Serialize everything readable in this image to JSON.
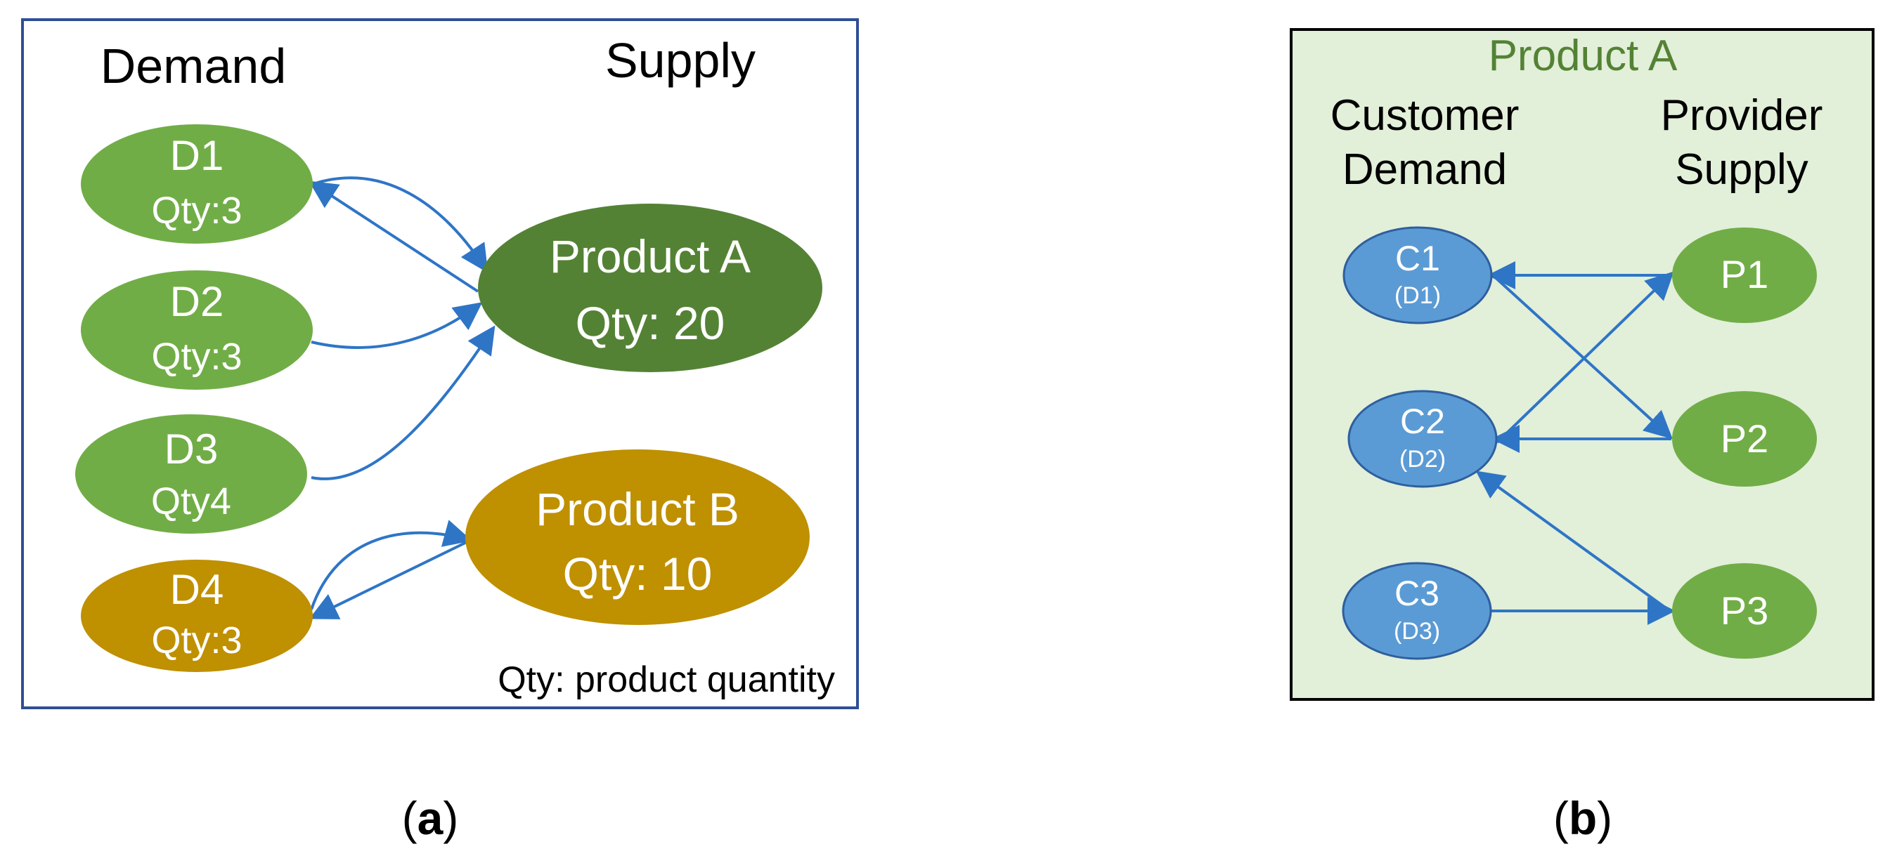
{
  "panel_a": {
    "demand_heading": "Demand",
    "supply_heading": "Supply",
    "footnote": "Qty: product quantity",
    "demands": [
      {
        "id": "d1",
        "name": "D1",
        "qty": "Qty:3",
        "group": "A"
      },
      {
        "id": "d2",
        "name": "D2",
        "qty": "Qty:3",
        "group": "A"
      },
      {
        "id": "d3",
        "name": "D3",
        "qty": "Qty4",
        "group": "A"
      },
      {
        "id": "d4",
        "name": "D4",
        "qty": "Qty:3",
        "group": "B"
      }
    ],
    "products": [
      {
        "id": "pa",
        "name": "Product A",
        "qty": "Qty: 20",
        "group": "A"
      },
      {
        "id": "pb",
        "name": "Product B",
        "qty": "Qty: 10",
        "group": "B"
      }
    ],
    "caption_open": "(",
    "caption_letter": "a",
    "caption_close": ")"
  },
  "panel_b": {
    "title": "Product A",
    "customer_heading_line1": "Customer",
    "customer_heading_line2": "Demand",
    "provider_heading_line1": "Provider",
    "provider_heading_line2": "Supply",
    "customers": [
      {
        "id": "c1",
        "name": "C1",
        "sub": "(D1)"
      },
      {
        "id": "c2",
        "name": "C2",
        "sub": "(D2)"
      },
      {
        "id": "c3",
        "name": "C3",
        "sub": "(D3)"
      }
    ],
    "providers": [
      {
        "id": "p1",
        "name": "P1"
      },
      {
        "id": "p2",
        "name": "P2"
      },
      {
        "id": "p3",
        "name": "P3"
      }
    ],
    "caption_open": "(",
    "caption_letter": "b",
    "caption_close": ")"
  },
  "colors": {
    "frame_a": "#2f4f95",
    "demand_green": "#71ad47",
    "product_a_green": "#548235",
    "gold": "#bf9000",
    "arrow_blue": "#2e75c6",
    "panel_b_bg": "#e2efd9",
    "panel_b_title": "#548235",
    "customer_blue": "#5b9bd5",
    "customer_stroke": "#2e5f9e",
    "provider_green": "#71ad47"
  }
}
